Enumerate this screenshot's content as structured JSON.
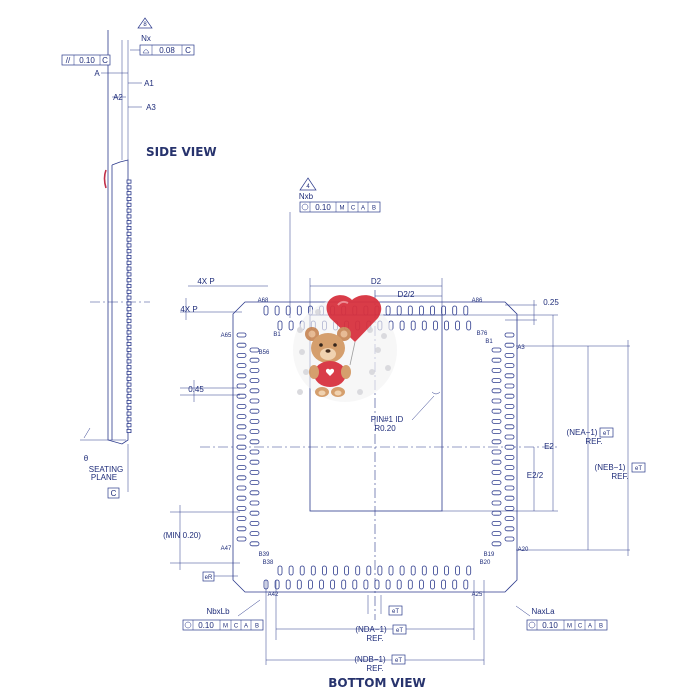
{
  "side_view": {
    "title": "SIDE VIEW",
    "callout_flag": "8",
    "nx_label": "Nx",
    "profile_tol": "0.08",
    "profile_datum": "C",
    "parallel_tol": "0.10",
    "parallel_datum": "C",
    "dim_A": "A",
    "dim_A1": "A1",
    "dim_A2": "A2",
    "dim_A3": "A3",
    "theta": "θ",
    "seating_line1": "SEATING",
    "seating_line2": "PLANE",
    "datum_C": "C"
  },
  "bottom_view": {
    "title": "BOTTOM VIEW",
    "callout_flag": "4",
    "nxb_label": "Nxb",
    "pos_tol": "0.10",
    "datums": [
      "M",
      "C",
      "A",
      "B"
    ],
    "d2": "D2",
    "d2_half": "D2/2",
    "e2": "E2",
    "e2_half": "E2/2",
    "pitch_top": "4X P",
    "pitch_left": "4X P",
    "dim_025": "0.25",
    "dim_045": "0.45",
    "min_label": "(MIN  0.20)",
    "pin1_line1": "PIN#1 ID",
    "pin1_line2": "R0.20",
    "nea_line1": "(NEA−1)",
    "nea_line2": "REF.",
    "neb_line1": "(NEB−1)",
    "neb_line2": "REF.",
    "nda_line1": "(NDA−1)",
    "nda_line2": "REF.",
    "ndb_line1": "(NDB−1)",
    "ndb_line2": "REF.",
    "nbxlb": "NbxLb",
    "naxla": "NaxLa",
    "eR": "eR",
    "eT": "eT",
    "pins": {
      "a68": "A68",
      "a86": "A86",
      "a65": "A65",
      "a3": "A3",
      "a47": "A47",
      "a25": "A25",
      "a42": "A42",
      "a20": "A20",
      "b1": "B1",
      "b56": "B56",
      "b76": "B76",
      "b39": "B39",
      "b38": "B38",
      "b20": "B20",
      "b19": "B19"
    }
  }
}
